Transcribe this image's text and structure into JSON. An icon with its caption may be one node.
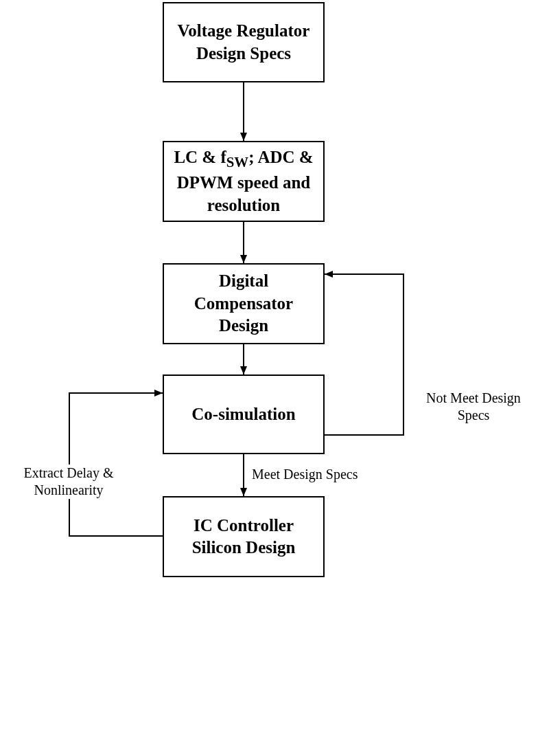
{
  "diagram": {
    "nodes": [
      {
        "text": [
          "Voltage Regulator Design Specs"
        ]
      },
      {
        "text": [
          "LC & f$_{SW}$; ADC & DPWM speed and resolution"
        ]
      },
      {
        "text": [
          "Digital Compensator Design"
        ]
      },
      {
        "text": [
          "Co-simulation"
        ]
      },
      {
        "text": [
          "IC Controller Silicon Design"
        ]
      }
    ],
    "edges": [
      {
        "from": 0,
        "to": 1,
        "arrow": "to"
      },
      {
        "from": 1,
        "to": 2,
        "arrow": "to"
      },
      {
        "from": 2,
        "to": 3,
        "arrow": "to"
      },
      {
        "from": 3,
        "to": 4,
        "arrow": "to",
        "label": "Meet Design Specs"
      },
      {
        "from": 3,
        "to": 2,
        "arrow": "to",
        "label": "Not Meet Design Specs"
      },
      {
        "from": 4,
        "to": 3,
        "arrow": "to",
        "label": "Extract Delay & Nonlinearity"
      }
    ]
  }
}
